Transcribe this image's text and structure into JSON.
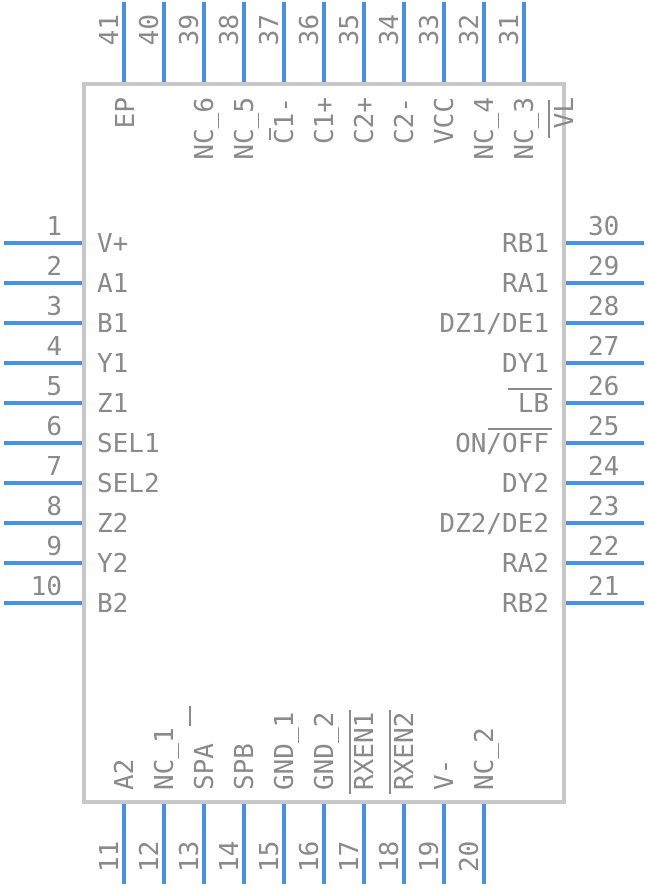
{
  "colors": {
    "pin": "#4a90e2",
    "body": "#c8c8c8",
    "text": "#8a8a8a"
  },
  "pins": {
    "left": [
      {
        "num": "1",
        "name": "V+"
      },
      {
        "num": "2",
        "name": "A1"
      },
      {
        "num": "3",
        "name": "B1"
      },
      {
        "num": "4",
        "name": "Y1"
      },
      {
        "num": "5",
        "name": "Z1"
      },
      {
        "num": "6",
        "name": "SEL1"
      },
      {
        "num": "7",
        "name": "SEL2"
      },
      {
        "num": "8",
        "name": "Z2"
      },
      {
        "num": "9",
        "name": "Y2"
      },
      {
        "num": "10",
        "name": "B2"
      }
    ],
    "right": [
      {
        "num": "30",
        "name": "RB1"
      },
      {
        "num": "29",
        "name": "RA1"
      },
      {
        "num": "28",
        "name": "DZ1/DE1"
      },
      {
        "num": "27",
        "name": "DY1"
      },
      {
        "num": "26",
        "name": "LB"
      },
      {
        "num": "25",
        "name": "ON/OFF"
      },
      {
        "num": "24",
        "name": "DY2"
      },
      {
        "num": "23",
        "name": "DZ2/DE2"
      },
      {
        "num": "22",
        "name": "RA2"
      },
      {
        "num": "21",
        "name": "RB2"
      }
    ],
    "bottom": [
      {
        "num": "11",
        "name": "A2"
      },
      {
        "num": "12",
        "name": "NC_1"
      },
      {
        "num": "13",
        "name": "SPA"
      },
      {
        "num": "14",
        "name": "SPB"
      },
      {
        "num": "15",
        "name": "GND_1"
      },
      {
        "num": "16",
        "name": "GND_2"
      },
      {
        "num": "17",
        "name": "RXEN1"
      },
      {
        "num": "18",
        "name": "RXEN2"
      },
      {
        "num": "19",
        "name": "V-"
      },
      {
        "num": "20",
        "name": "NC_2"
      }
    ],
    "top": [
      {
        "num": "41",
        "name": ""
      },
      {
        "num": "40",
        "name": "EP"
      },
      {
        "num": "39",
        "name": "NC_6"
      },
      {
        "num": "38",
        "name": "NC_5"
      },
      {
        "num": "37",
        "name": "C1-"
      },
      {
        "num": "36",
        "name": "C1+"
      },
      {
        "num": "35",
        "name": "C2+"
      },
      {
        "num": "34",
        "name": "C2-"
      },
      {
        "num": "33",
        "name": "VCC"
      },
      {
        "num": "32",
        "name": "NC_4"
      },
      {
        "num": "31",
        "name": "NC_3"
      },
      {
        "num": "",
        "name": "VL"
      }
    ]
  }
}
